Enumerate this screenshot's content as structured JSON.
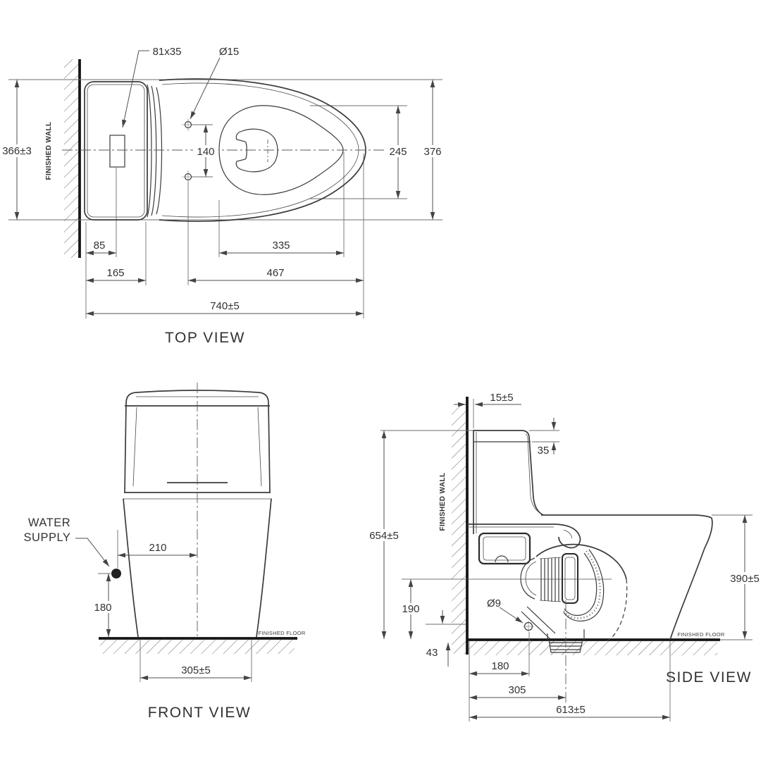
{
  "top_view": {
    "title": "TOP VIEW",
    "labels": {
      "finished_wall": "FINISHED WALL",
      "button_size": "81x35",
      "bolt_hole_diameter": "Ø15"
    },
    "dims": {
      "tank_width": "366±3",
      "bolt_spacing": "140",
      "seat_opening_width": "245",
      "bowl_width": "376",
      "wall_to_button": "85",
      "tank_depth": "165",
      "seat_opening_length": "335",
      "bolts_to_front": "467",
      "total_length": "740±5"
    }
  },
  "front_view": {
    "title": "FRONT VIEW",
    "labels": {
      "water_supply_line1": "WATER",
      "water_supply_line2": "SUPPLY",
      "finished_floor": "FINISHED FLOOR"
    },
    "dims": {
      "water_supply_offset": "210",
      "water_supply_height": "180",
      "base_width": "305±5"
    }
  },
  "side_view": {
    "title": "SIDE VIEW",
    "labels": {
      "finished_wall": "FINISHED WALL",
      "finished_floor": "FINISHED FLOOR",
      "outlet_bolt_diameter": "Ø9"
    },
    "dims": {
      "wall_gap": "15±5",
      "lid_height": "35",
      "total_height": "654±5",
      "trap_center_height": "190",
      "bolt_height": "43",
      "wall_to_bolt": "180",
      "outlet_center": "305",
      "total_depth": "613±5",
      "bowl_height": "390±5"
    }
  }
}
